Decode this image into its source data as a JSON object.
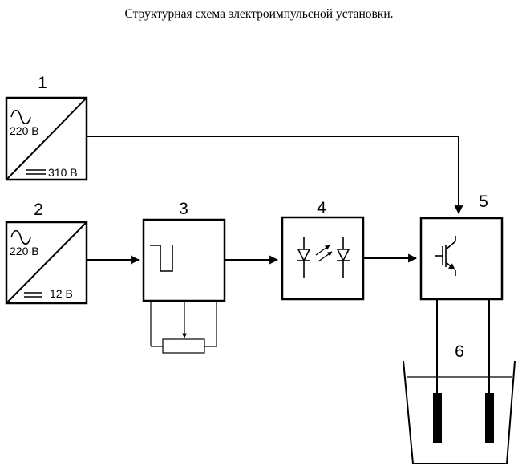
{
  "title": "Структурная схема электроимпульсной установки.",
  "blocks": [
    {
      "number": "1",
      "input": "220 В",
      "output": "310 В"
    },
    {
      "number": "2",
      "input": "220 В",
      "output": "12 В"
    },
    {
      "number": "3"
    },
    {
      "number": "4"
    },
    {
      "number": "5"
    },
    {
      "number": "6"
    }
  ],
  "icons": [
    "ac-tilde-icon",
    "dc-lines-icon",
    "square-pulse-icon",
    "optocoupler-icon",
    "igbt-transistor-icon",
    "potentiometer-icon",
    "electrode-icon"
  ],
  "colors": {
    "line": "#000000",
    "background": "#ffffff"
  }
}
